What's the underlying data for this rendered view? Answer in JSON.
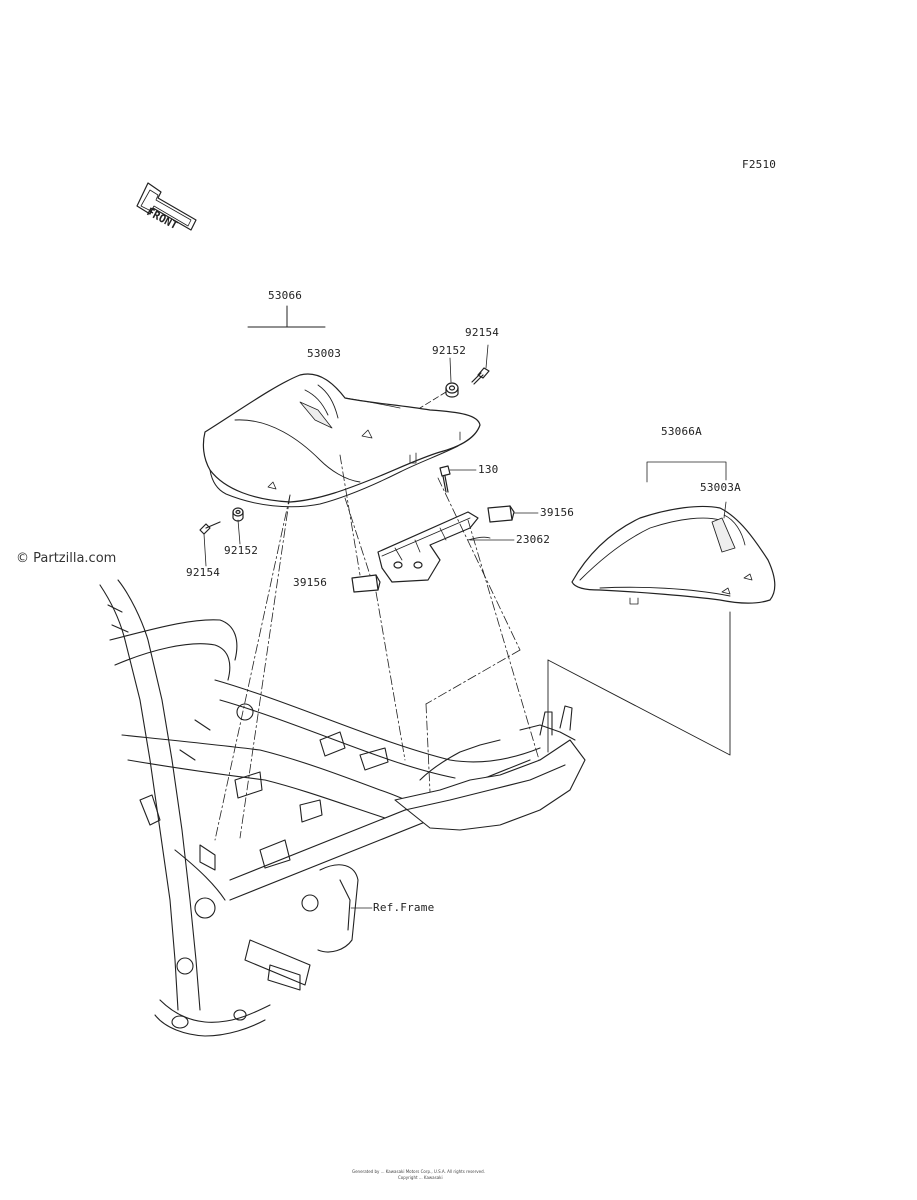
{
  "diagram_code": "F2510",
  "front_arrow": {
    "text": "FRONT",
    "icon": "front-arrow-icon"
  },
  "watermark": "© Partzilla.com",
  "parts": [
    {
      "id": "p53066",
      "label": "53066"
    },
    {
      "id": "p53003",
      "label": "53003"
    },
    {
      "id": "p92154a",
      "label": "92154"
    },
    {
      "id": "p92152a",
      "label": "92152"
    },
    {
      "id": "p130",
      "label": "130"
    },
    {
      "id": "p39156a",
      "label": "39156"
    },
    {
      "id": "p23062",
      "label": "23062"
    },
    {
      "id": "p39156b",
      "label": "39156"
    },
    {
      "id": "p92152b",
      "label": "92152"
    },
    {
      "id": "p92154b",
      "label": "92154"
    },
    {
      "id": "p53066A",
      "label": "53066A"
    },
    {
      "id": "p53003A",
      "label": "53003A"
    },
    {
      "id": "pframe",
      "label": "Ref.Frame"
    }
  ],
  "footer": {
    "line1": "Generated by ... Kawasaki Motors Corp., U.S.A. All rights reserved.",
    "line2": "Copyright ... Kawasaki"
  }
}
